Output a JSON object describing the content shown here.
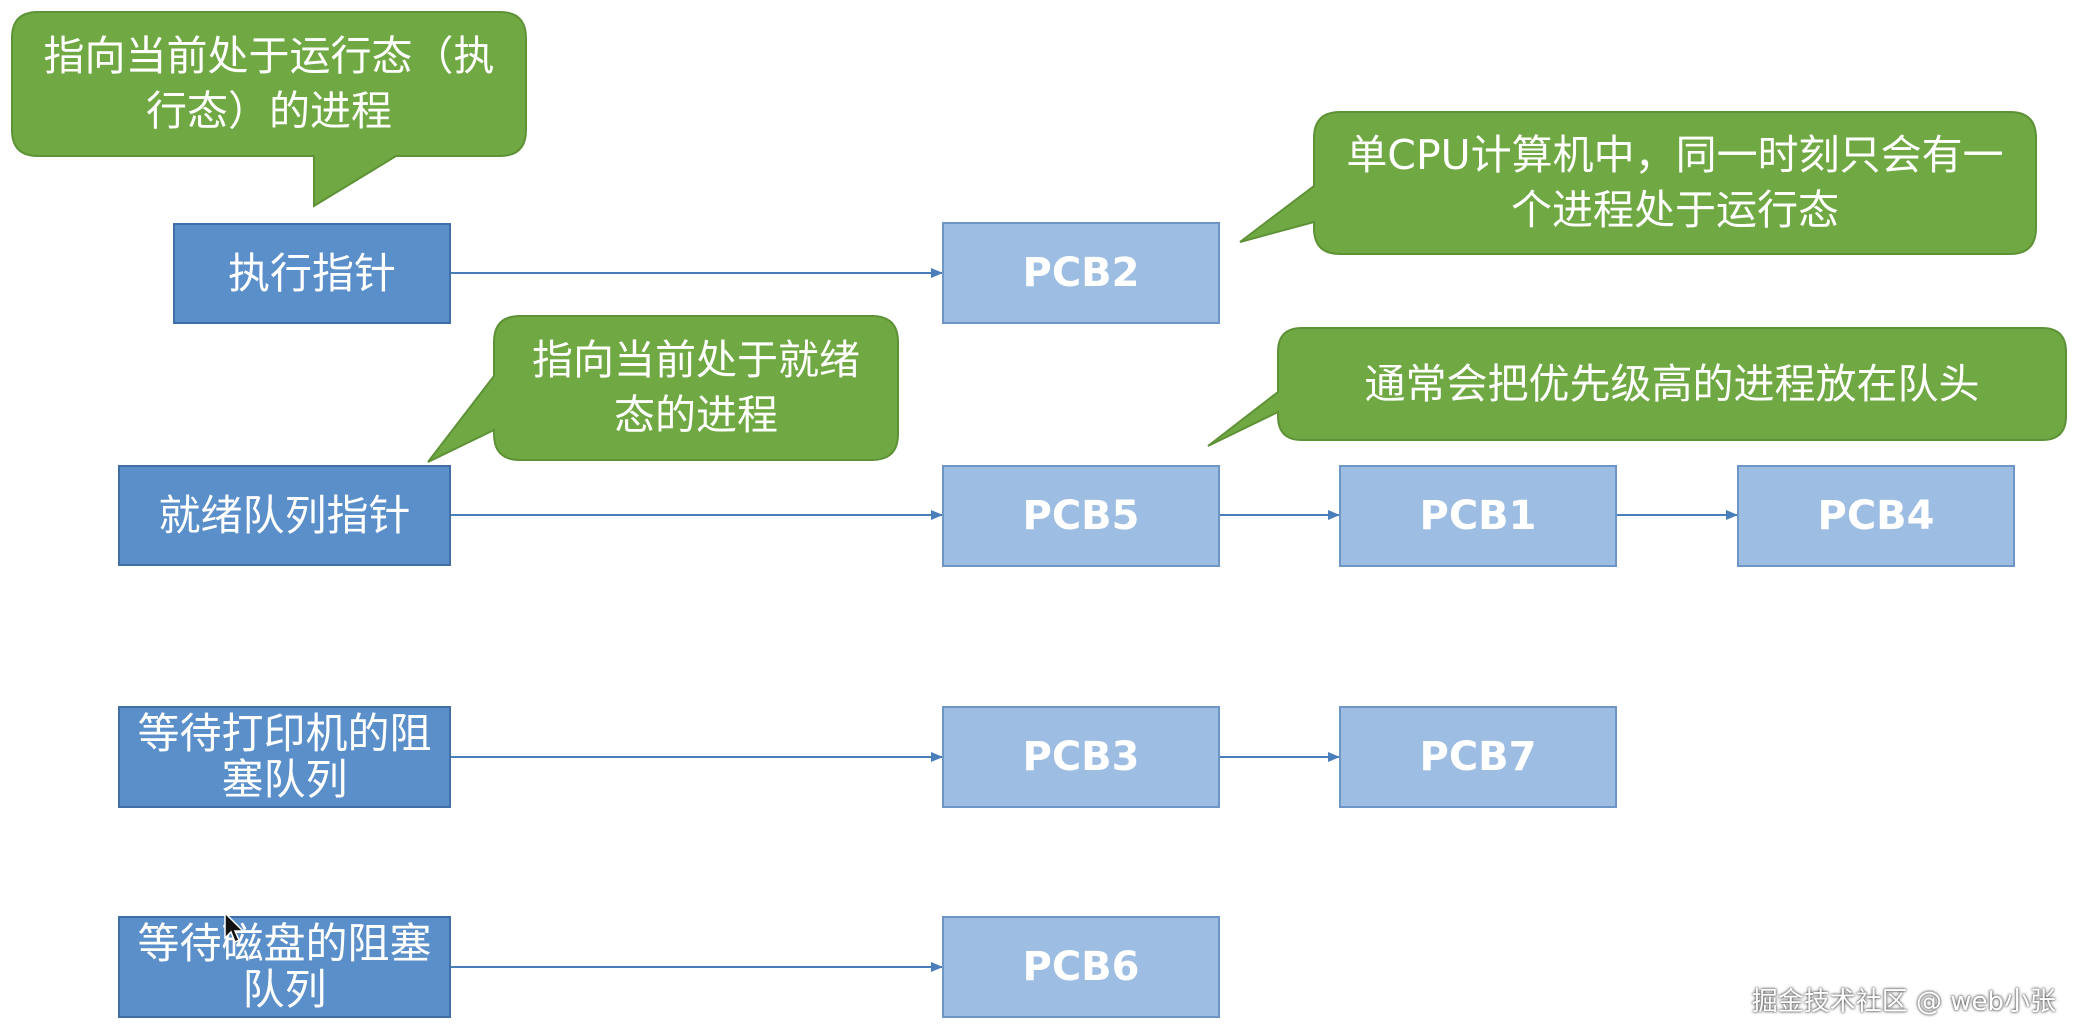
{
  "pointers": {
    "exec": "执行指针",
    "ready": "就绪队列指针",
    "printer": "等待打印机的阻塞队列",
    "disk": "等待磁盘的阻塞队列"
  },
  "pcbs": {
    "pcb2": "PCB2",
    "pcb5": "PCB5",
    "pcb1": "PCB1",
    "pcb4": "PCB4",
    "pcb3": "PCB3",
    "pcb7": "PCB7",
    "pcb6": "PCB6"
  },
  "callouts": {
    "exec_note": "指向当前处于运行态（执行态）的进程",
    "single_cpu_note": "单CPU计算机中，同一时刻只会有一个进程处于运行态",
    "ready_note": "指向当前处于就绪态的进程",
    "priority_note": "通常会把优先级高的进程放在队头"
  },
  "watermark": "掘金技术社区 @ web小张",
  "colors": {
    "pointer_fill": "#5b8fc9",
    "pcb_fill": "#9dbde2",
    "callout_fill": "#70a843",
    "arrow": "#4a7ebb"
  }
}
